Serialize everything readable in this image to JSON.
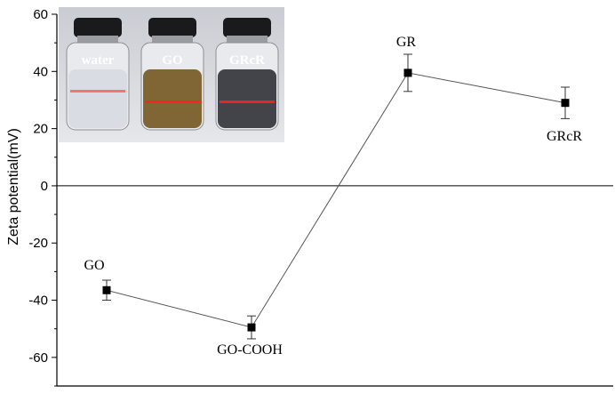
{
  "chart_data": {
    "type": "line",
    "categories": [
      "GO",
      "GO-COOH",
      "GR",
      "GRcR"
    ],
    "series": [
      {
        "values": [
          -36.5,
          -49.5,
          39.5,
          29
        ],
        "errors": [
          3.5,
          4,
          6.5,
          5.5
        ]
      }
    ],
    "point_labels": [
      "GO",
      "GO-COOH",
      "GR",
      "GRcR"
    ],
    "ylabel": "Zeta potential(mV)",
    "ylim": [
      -70,
      60
    ],
    "yticks": [
      -60,
      -40,
      -20,
      0,
      20,
      40,
      60
    ],
    "zero_line": true,
    "marker": "square",
    "line_color": "#555555",
    "marker_color": "#000000",
    "inset": {
      "vial_labels": [
        "water",
        "GO",
        "GRcR"
      ],
      "liquid_colors": [
        "#d8dbe0",
        "#7a5e2a",
        "#3a3a40"
      ],
      "laser_color": "#ff2020"
    }
  }
}
